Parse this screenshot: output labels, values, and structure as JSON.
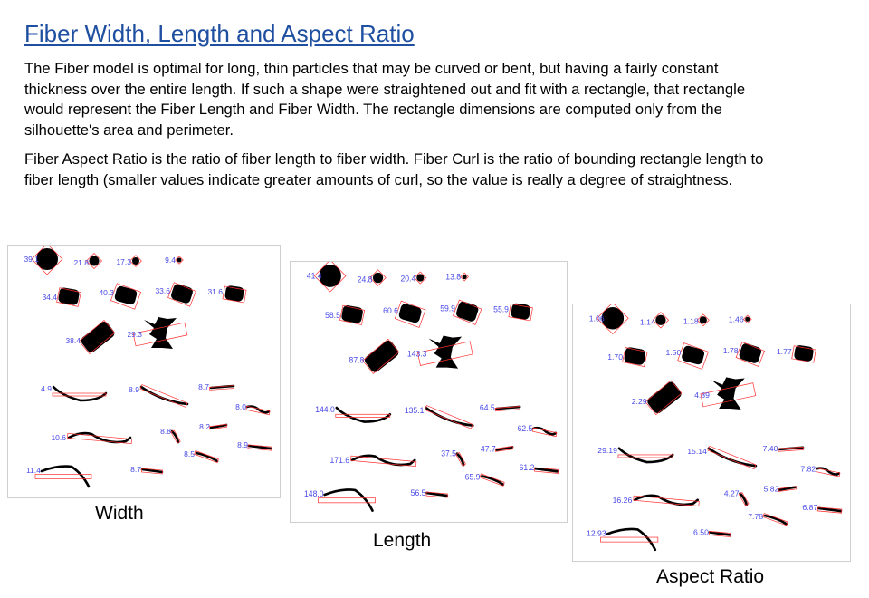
{
  "title": "Fiber Width, Length and Aspect Ratio",
  "paragraphs": [
    "The Fiber model is optimal for long, thin particles that may be curved or bent, but having a fairly constant thickness over the entire length. If such a shape were straightened out and fit with a rectangle, that rectangle would represent the Fiber Length and Fiber Width. The rectangle dimensions are computed only from the silhouette's area and perimeter.",
    "Fiber Aspect Ratio is the ratio of fiber length to fiber width. Fiber Curl is the ratio of bounding rectangle length to fiber length (smaller values indicate greater amounts of curl, so the value is really a degree of straightness."
  ],
  "panels": [
    {
      "caption": "Width",
      "labels": [
        "39.1",
        "21.8",
        "17.3",
        "9.4",
        "34.4",
        "40.3",
        "33.6",
        "31.6",
        "38.4",
        "29.3",
        "4.9",
        "8.9",
        "8.7",
        "8.0",
        "10.6",
        "8.8",
        "8.2",
        "8.9",
        "8.5",
        "8.7",
        "11.4"
      ]
    },
    {
      "caption": "Length",
      "labels": [
        "41.4",
        "24.8",
        "20.4",
        "13.8",
        "58.5",
        "60.6",
        "59.9",
        "55.9",
        "87.8",
        "143.3",
        "144.0",
        "135.1",
        "64.5",
        "62.5",
        "171.6",
        "37.5",
        "47.7",
        "61.2",
        "65.9",
        "56.5",
        "148.0"
      ]
    },
    {
      "caption": "Aspect Ratio",
      "labels": [
        "1.06",
        "1.14",
        "1.18",
        "1.46",
        "1.70",
        "1.50",
        "1.78",
        "1.77",
        "2.29",
        "4.89",
        "29.19",
        "15.14",
        "7.40",
        "7.82",
        "16.26",
        "4.27",
        "5.82",
        "6.87",
        "7.78",
        "6.50",
        "12.93"
      ]
    }
  ],
  "colors": {
    "title": "#1f4fa0",
    "label": "#4a4ae8",
    "rect": "#ff3030"
  }
}
